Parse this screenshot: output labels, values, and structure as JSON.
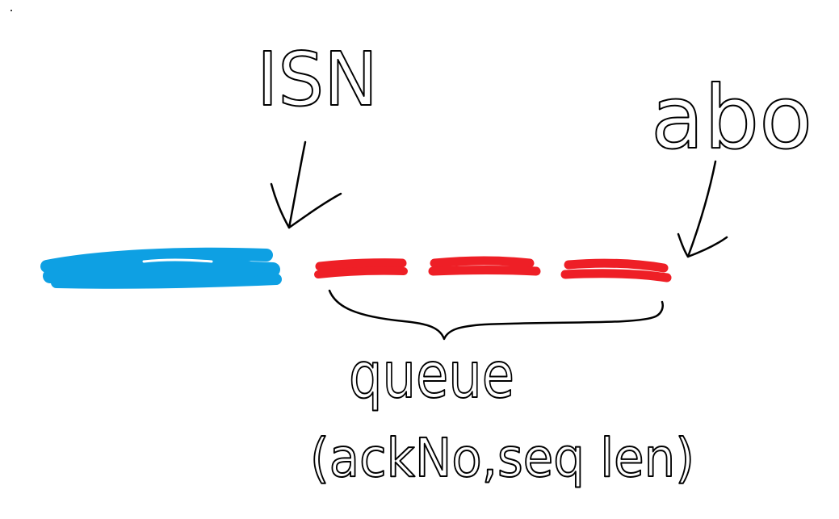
{
  "diagram": {
    "labels": {
      "isn": "ISN",
      "abo": "abo",
      "queue": "queue",
      "queue_detail": "(ackNo,seq len)"
    },
    "colors": {
      "background": "#ffffff",
      "ink": "#000000",
      "acked_segment": "#0ea0e3",
      "queued_segment": "#ee1f26"
    },
    "segments": {
      "acked_count": 1,
      "queued_count": 3
    }
  }
}
